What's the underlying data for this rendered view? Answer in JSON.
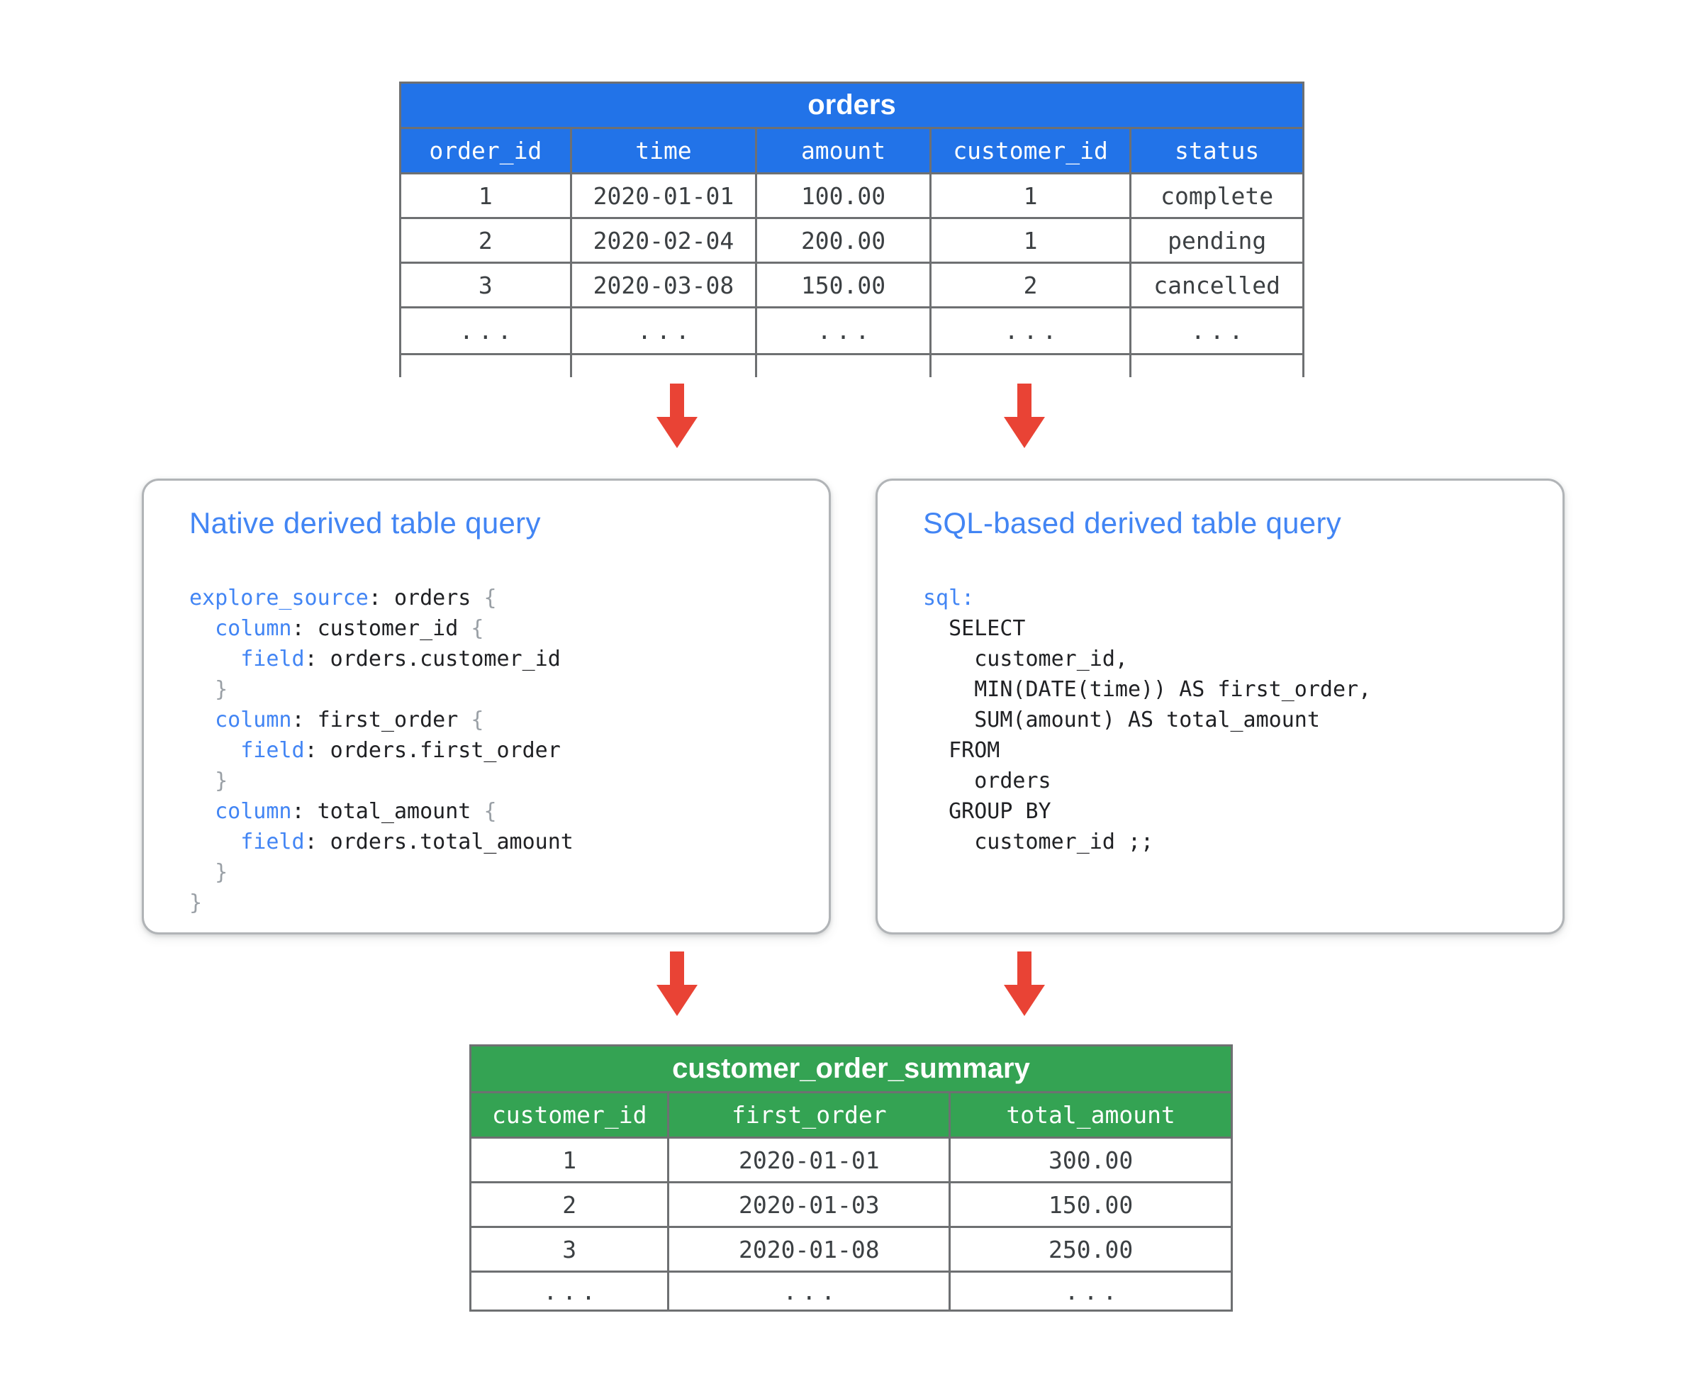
{
  "colors": {
    "header_blue": "#2273E8",
    "header_green": "#34A353",
    "arrow_red": "#E94335",
    "box_title_blue": "#4285F4",
    "code_keyword_blue": "#4285F4",
    "table_border_gray": "#6E7072"
  },
  "graphics": {
    "flow_arrow_icon": "red-down-arrow",
    "flow_arrow_count": 4
  },
  "orders_table": {
    "title": "orders",
    "columns": [
      "order_id",
      "time",
      "amount",
      "customer_id",
      "status"
    ],
    "rows": [
      [
        "1",
        "2020-01-01",
        "100.00",
        "1",
        "complete"
      ],
      [
        "2",
        "2020-02-04",
        "200.00",
        "1",
        "pending"
      ],
      [
        "3",
        "2020-03-08",
        "150.00",
        "2",
        "cancelled"
      ],
      [
        "...",
        "...",
        "...",
        "...",
        "..."
      ]
    ],
    "truncated_bottom": true
  },
  "native_box": {
    "title": "Native derived table query",
    "lines": [
      [
        [
          "k",
          "explore_source"
        ],
        [
          "p",
          ": orders "
        ],
        [
          "b",
          "{"
        ]
      ],
      [
        [
          "p",
          "  "
        ],
        [
          "k",
          "column"
        ],
        [
          "p",
          ": customer_id "
        ],
        [
          "b",
          "{"
        ]
      ],
      [
        [
          "p",
          "    "
        ],
        [
          "k",
          "field"
        ],
        [
          "p",
          ": orders.customer_id"
        ]
      ],
      [
        [
          "p",
          "  "
        ],
        [
          "b",
          "}"
        ]
      ],
      [
        [
          "p",
          "  "
        ],
        [
          "k",
          "column"
        ],
        [
          "p",
          ": first_order "
        ],
        [
          "b",
          "{"
        ]
      ],
      [
        [
          "p",
          "    "
        ],
        [
          "k",
          "field"
        ],
        [
          "p",
          ": orders.first_order"
        ]
      ],
      [
        [
          "p",
          "  "
        ],
        [
          "b",
          "}"
        ]
      ],
      [
        [
          "p",
          "  "
        ],
        [
          "k",
          "column"
        ],
        [
          "p",
          ": total_amount "
        ],
        [
          "b",
          "{"
        ]
      ],
      [
        [
          "p",
          "    "
        ],
        [
          "k",
          "field"
        ],
        [
          "p",
          ": orders.total_amount"
        ]
      ],
      [
        [
          "p",
          "  "
        ],
        [
          "b",
          "}"
        ]
      ],
      [
        [
          "b",
          "}"
        ]
      ]
    ]
  },
  "sql_box": {
    "title": "SQL-based derived table query",
    "lines": [
      [
        [
          "k",
          "sql:"
        ]
      ],
      [
        [
          "p",
          "  SELECT"
        ]
      ],
      [
        [
          "p",
          "    customer_id,"
        ]
      ],
      [
        [
          "p",
          "    MIN(DATE(time)) AS first_order,"
        ]
      ],
      [
        [
          "p",
          "    SUM(amount) AS total_amount"
        ]
      ],
      [
        [
          "p",
          "  FROM"
        ]
      ],
      [
        [
          "p",
          "    orders"
        ]
      ],
      [
        [
          "p",
          "  GROUP BY"
        ]
      ],
      [
        [
          "p",
          "    customer_id ;;"
        ]
      ]
    ]
  },
  "summary_table": {
    "title": "customer_order_summary",
    "columns": [
      "customer_id",
      "first_order",
      "total_amount"
    ],
    "rows": [
      [
        "1",
        "2020-01-01",
        "300.00"
      ],
      [
        "2",
        "2020-01-03",
        "150.00"
      ],
      [
        "3",
        "2020-01-08",
        "250.00"
      ],
      [
        "...",
        "...",
        "..."
      ]
    ]
  }
}
